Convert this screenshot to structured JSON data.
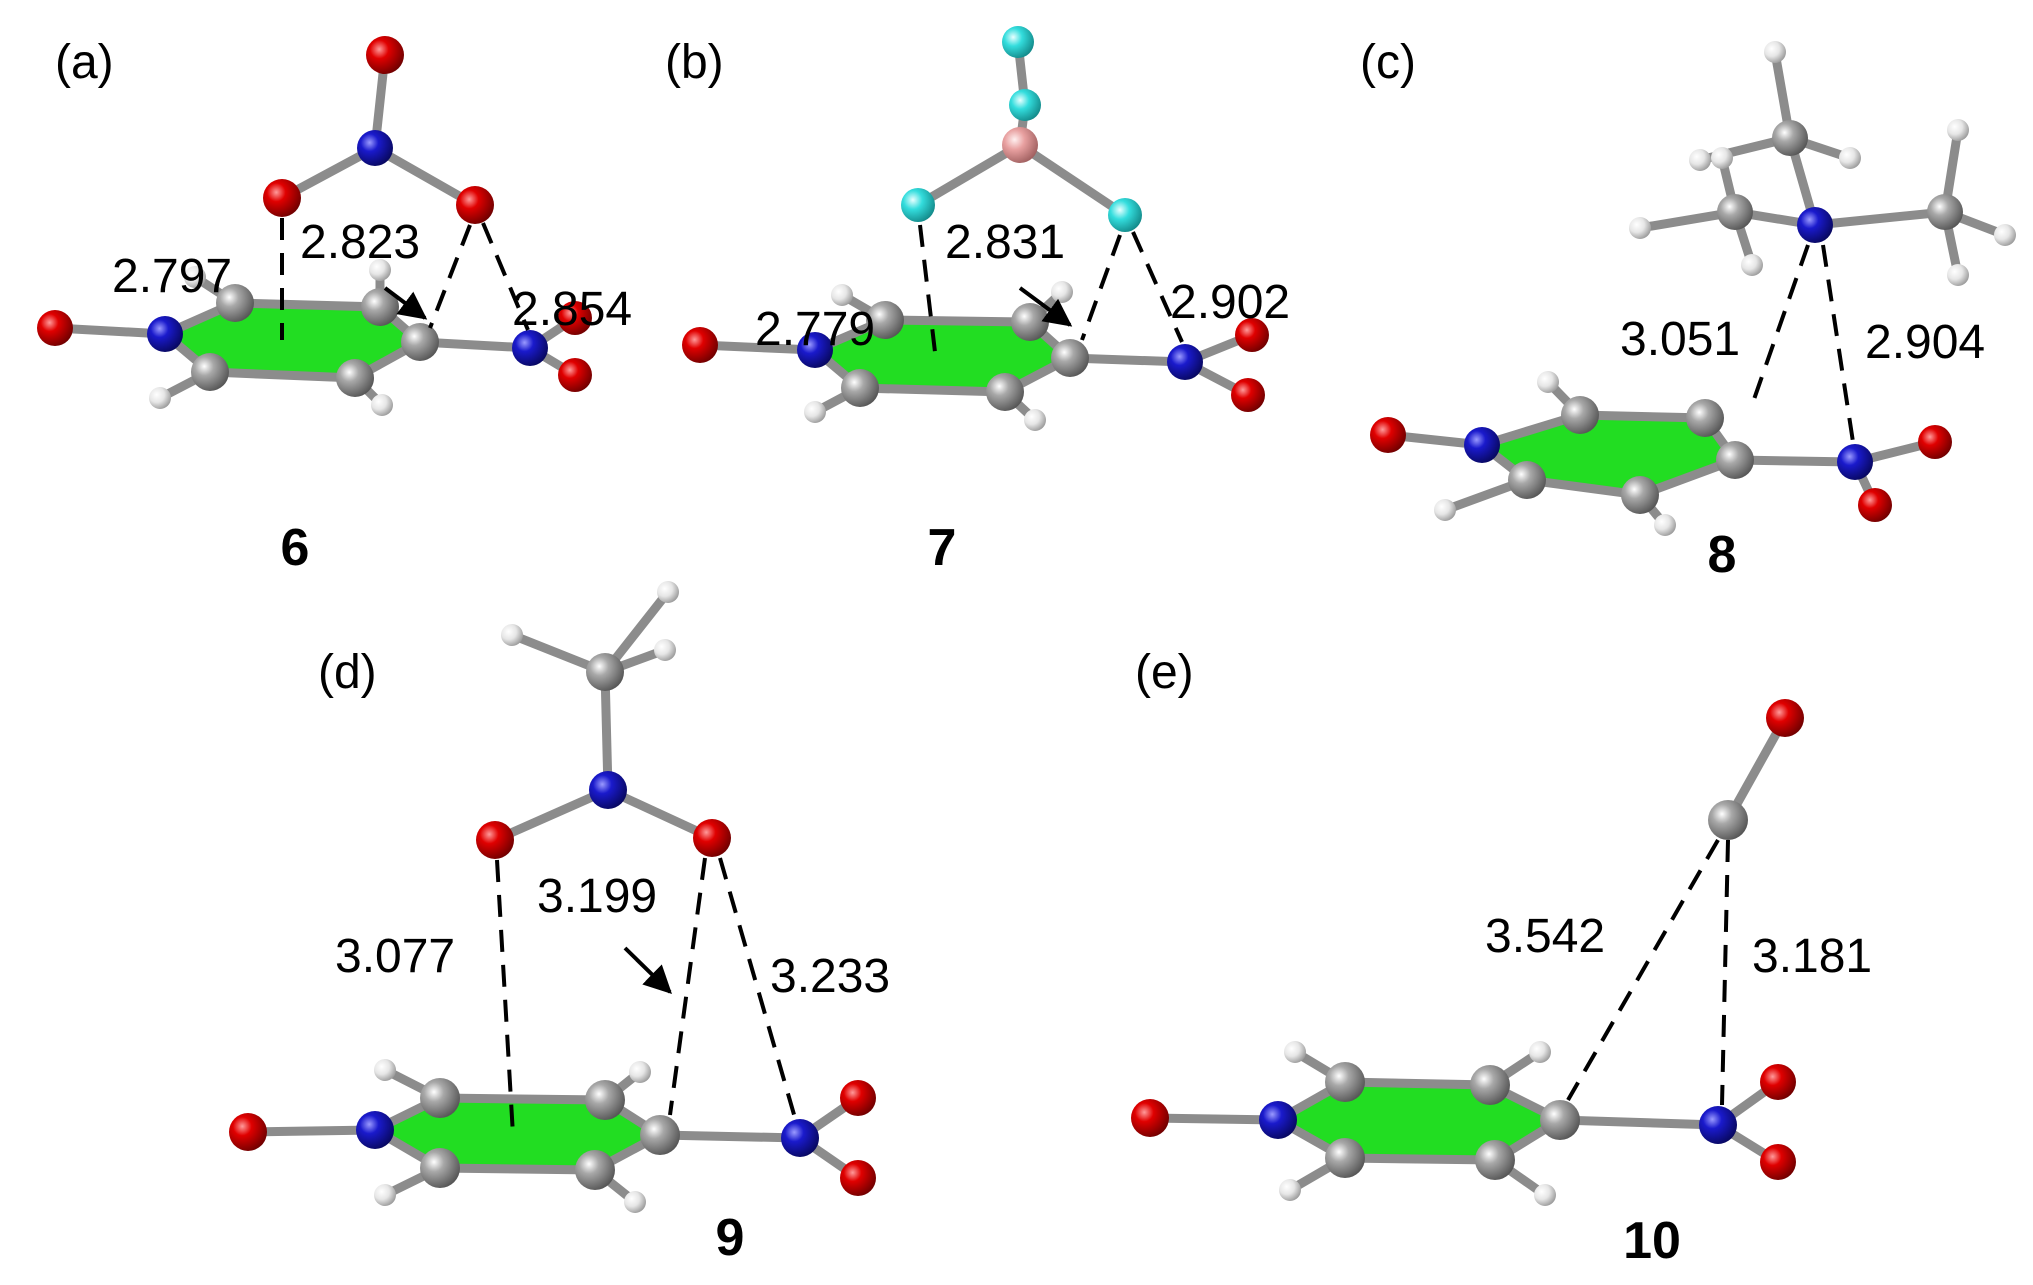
{
  "colors": {
    "ring_fill": "#22dd22",
    "bond": "#8c8c8c",
    "carbon": "#8a8a8a",
    "hydrogen": "#e6e6e6",
    "oxygen": "#e00000",
    "nitrogen": "#1a1acc",
    "fluorine": "#33dddd",
    "boron": "#e8a0a0",
    "dash": "#000000"
  },
  "panels": [
    {
      "label": "(a)",
      "compound": "6",
      "guest": "nitrate",
      "distances": [
        "2.797",
        "2.823",
        "2.854"
      ]
    },
    {
      "label": "(b)",
      "compound": "7",
      "guest": "tetrafluoroborate",
      "distances": [
        "2.779",
        "2.831",
        "2.902"
      ]
    },
    {
      "label": "(c)",
      "compound": "8",
      "guest": "trimethylamine",
      "distances": [
        "3.051",
        "2.904"
      ]
    },
    {
      "label": "(d)",
      "compound": "9",
      "guest": "nitromethane",
      "distances": [
        "3.077",
        "3.199",
        "3.233"
      ]
    },
    {
      "label": "(e)",
      "compound": "10",
      "guest": "carbon-monoxide",
      "distances": [
        "3.542",
        "3.181"
      ]
    }
  ]
}
